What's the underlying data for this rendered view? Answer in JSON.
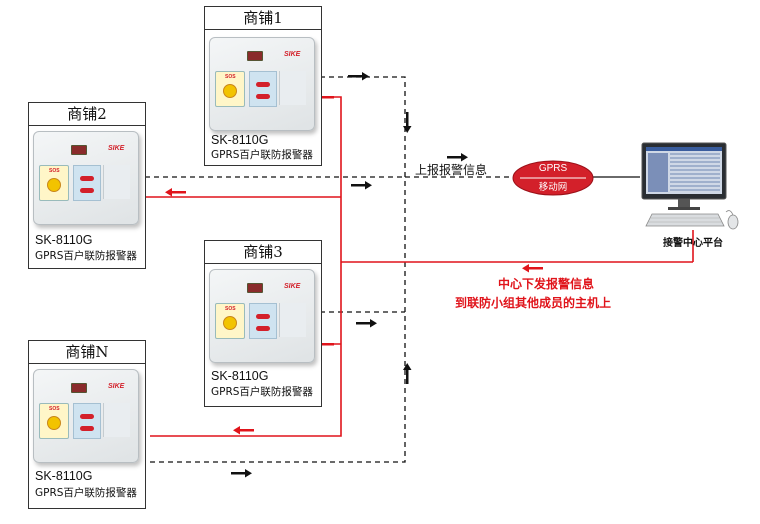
{
  "shops": [
    {
      "title": "商铺1",
      "model": "SK-8110G",
      "desc": "GPRS百户联防报警器"
    },
    {
      "title": "商铺2",
      "model": "SK-8110G",
      "desc": "GPRS百户联防报警器"
    },
    {
      "title": "商铺3",
      "model": "SK-8110G",
      "desc": "GPRS百户联防报警器"
    },
    {
      "title": "商铺N",
      "model": "SK-8110G",
      "desc": "GPRS百户联防报警器"
    }
  ],
  "device": {
    "brand": "SIKE",
    "sos": "SOS"
  },
  "network": {
    "gprs_top": "GPRS",
    "gprs_bottom": "移动网"
  },
  "upload_label": "上报报警信息",
  "center_label": "接警中心平台",
  "dispatch_line1": "中心下发报警信息",
  "dispatch_line2": "到联防小组其他成员的主机上",
  "colors": {
    "alarm_red": "#e0141b",
    "dashed_black": "#111111",
    "gprs_red": "#d3202a"
  },
  "icons": [
    "alarm-panel-icon",
    "monitor-icon",
    "keyboard-icon",
    "mouse-icon",
    "arrow-icon"
  ]
}
